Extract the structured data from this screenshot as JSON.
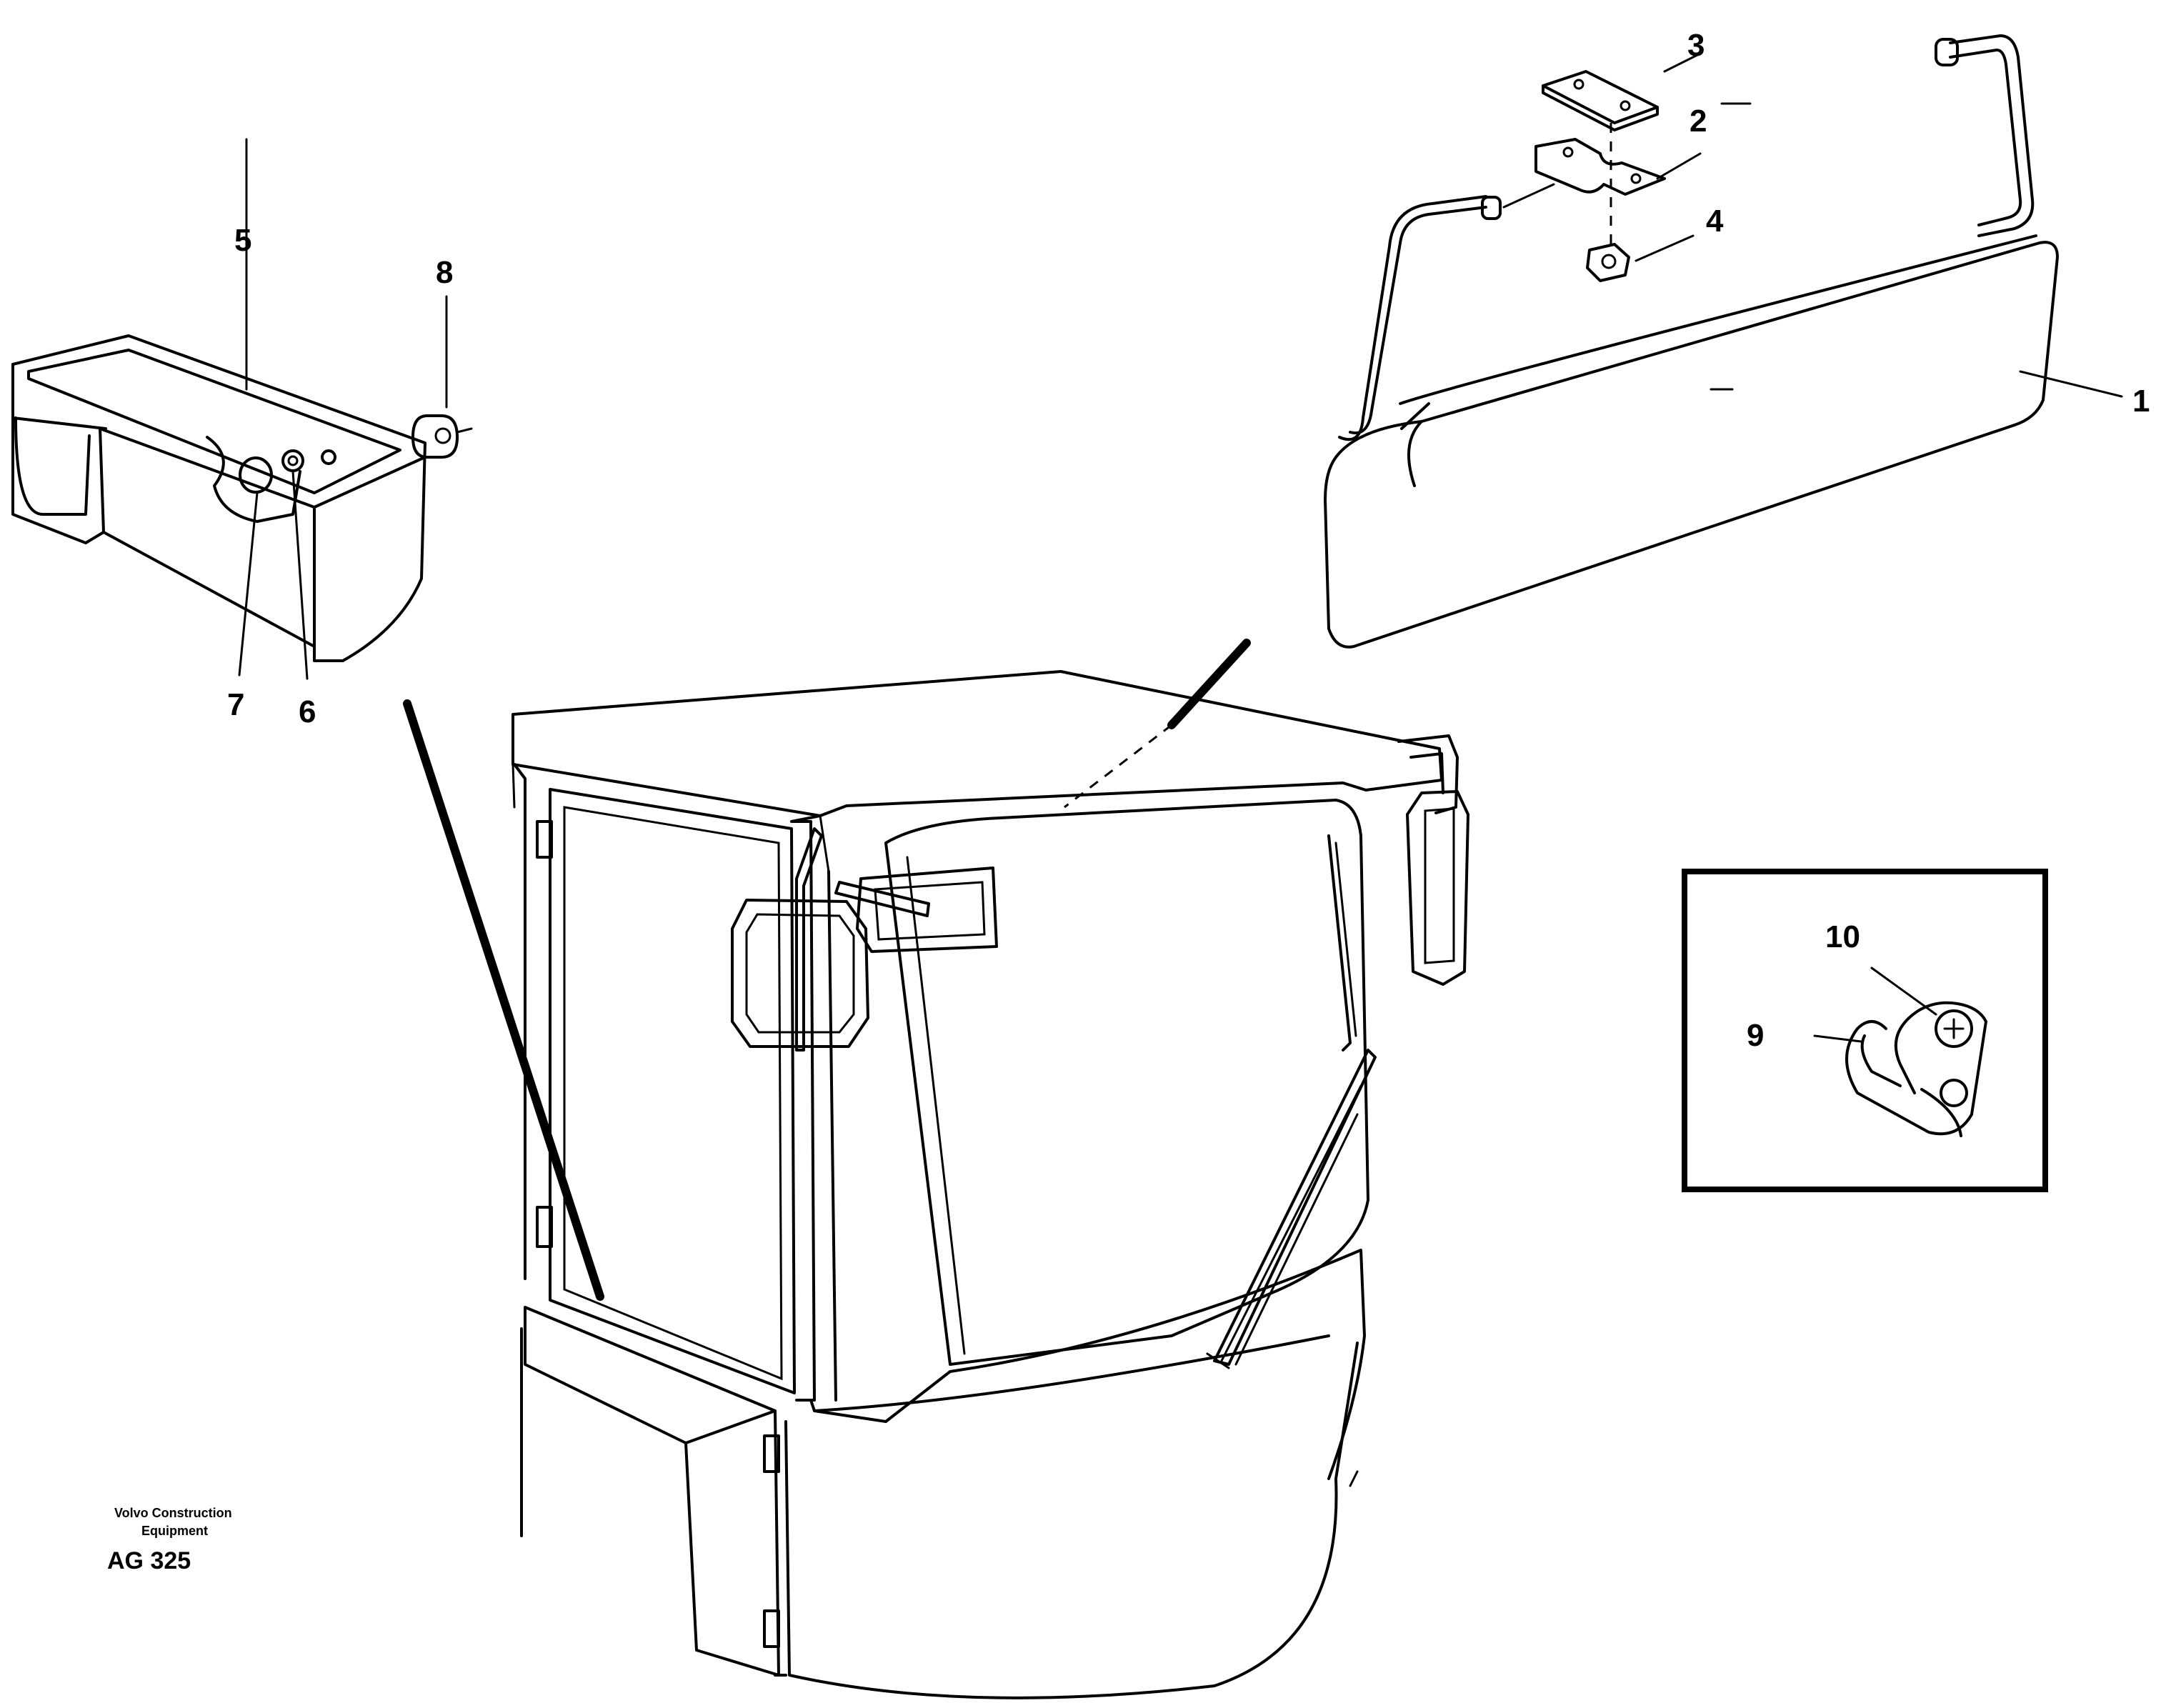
{
  "callouts": {
    "c1": "1",
    "c2": "2",
    "c3": "3",
    "c4": "4",
    "c5": "5",
    "c6": "6",
    "c7": "7",
    "c8": "8",
    "c9": "9",
    "c10": "10"
  },
  "footer": {
    "maker_line1": "Volvo Construction",
    "maker_line2": "Equipment",
    "code": "AG 325"
  }
}
